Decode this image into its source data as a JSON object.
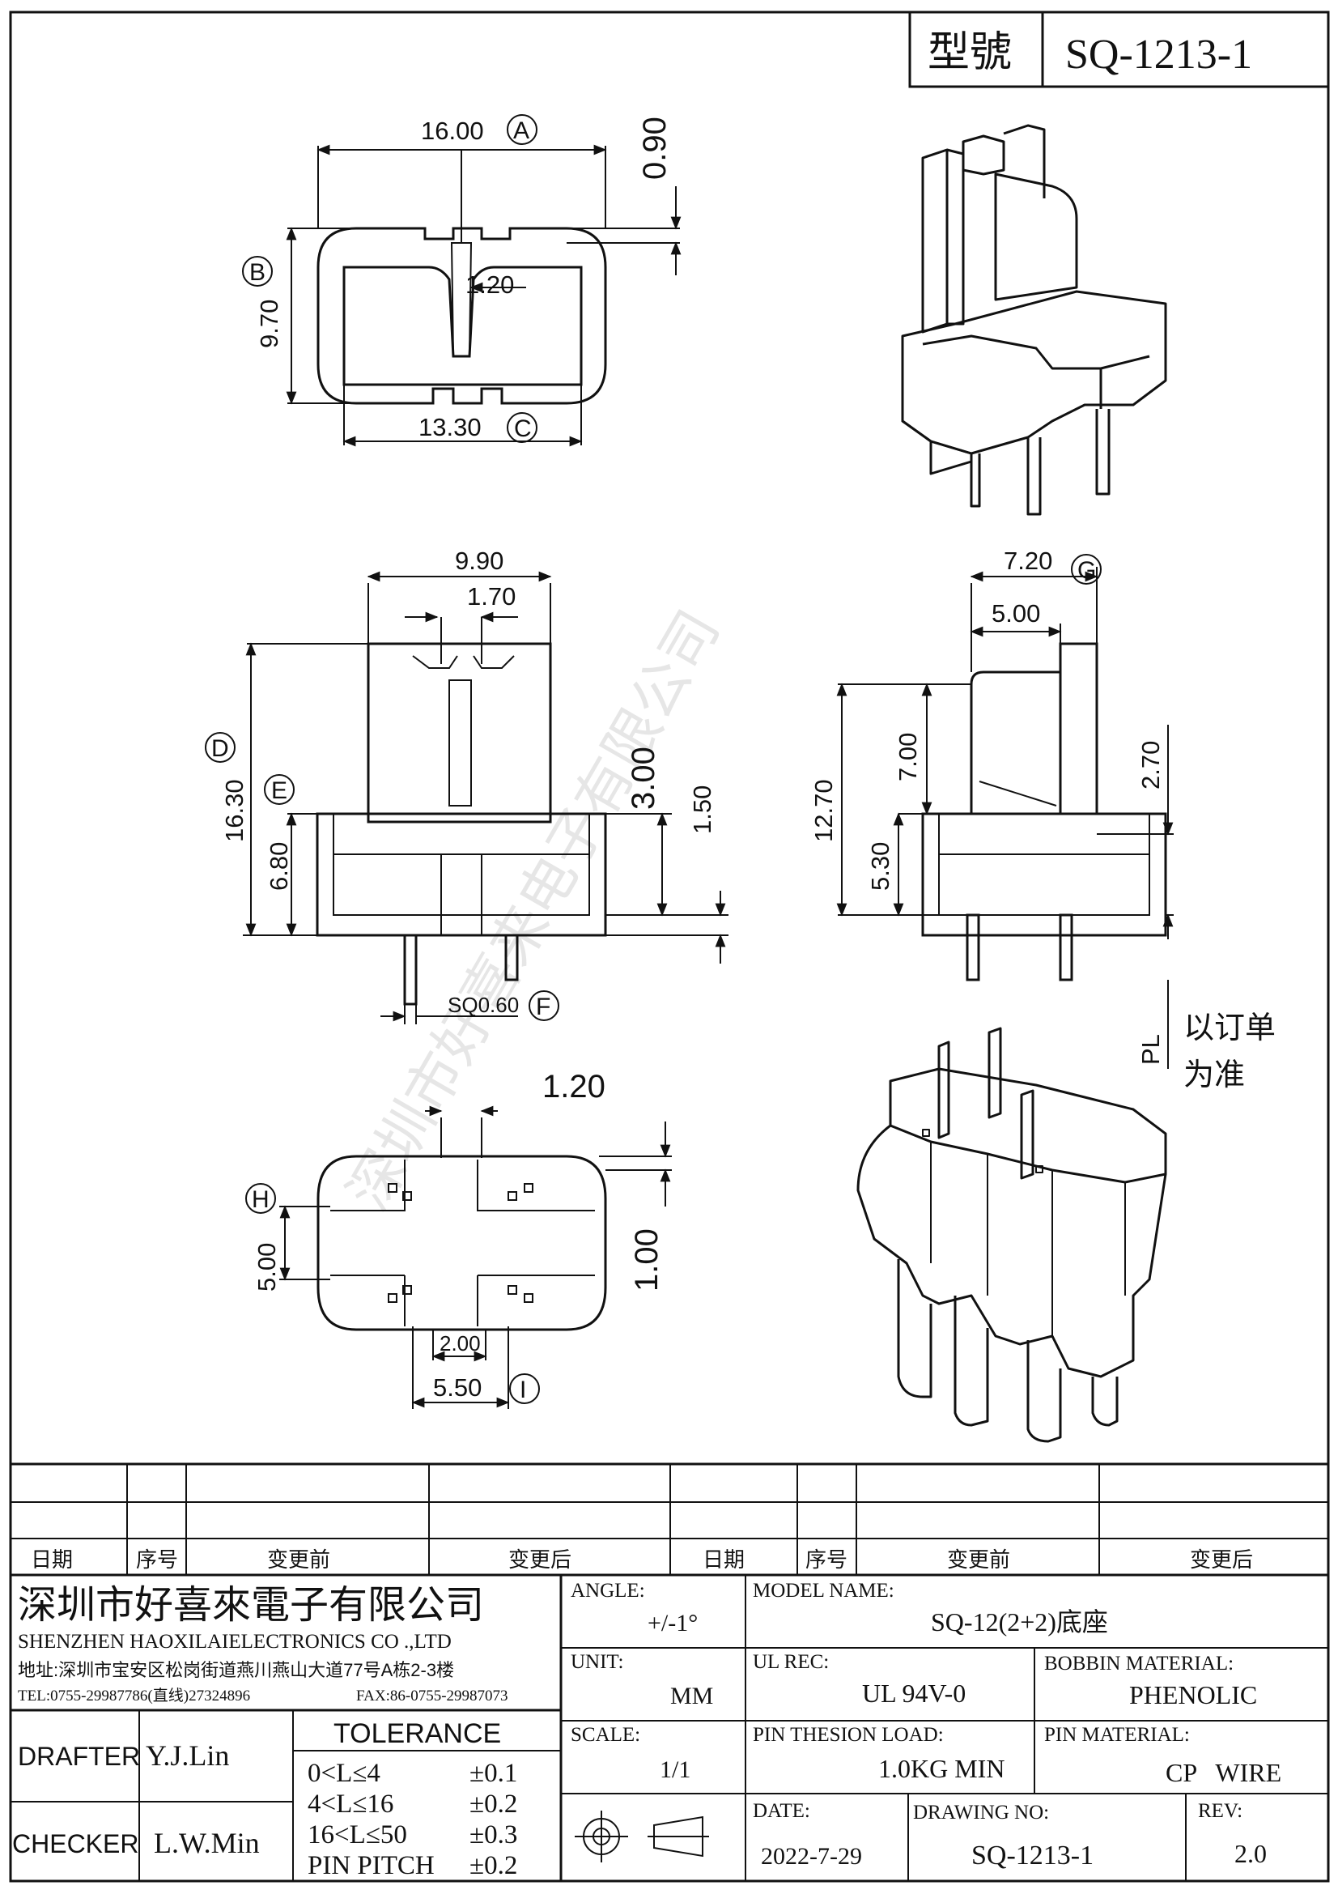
{
  "header": {
    "model_label": "型號",
    "model_value": "SQ-1213-1"
  },
  "top_view": {
    "width_dim": "16.00",
    "width_ref": "A",
    "height_dim": "9.70",
    "height_ref": "B",
    "inner_dim": "13.30",
    "inner_ref": "C",
    "slot_dim": "1.20",
    "top_offset_dim": "0.90"
  },
  "front_view": {
    "width_dim": "9.90",
    "slot_dim": "1.70",
    "total_height_dim": "16.30",
    "total_height_ref": "D",
    "base_height_dim": "6.80",
    "base_height_ref": "E",
    "right_dim": "3.00",
    "step_dim": "1.50",
    "pin_dim": "SQ0.60",
    "pin_ref": "F"
  },
  "side_view": {
    "width_dim": "7.20",
    "width_ref": "G",
    "inner_width_dim": "5.00",
    "height_dim": "12.70",
    "upper_dim": "7.00",
    "lower_dim": "5.30",
    "right_dim": "2.70",
    "pl_label": "PL",
    "pl_note_line1": "以订单",
    "pl_note_line2": "为准"
  },
  "bottom_view": {
    "top_dim": "1.20",
    "height_dim": "5.00",
    "height_ref": "H",
    "right_dim": "1.00",
    "inner_dim": "2.00",
    "pin_span_dim": "5.50",
    "pin_span_ref": "I"
  },
  "watermark": "深圳市好喜来电子有限公司",
  "revision_table": {
    "headers": [
      "日期",
      "序号",
      "变更前",
      "变更后",
      "日期",
      "序号",
      "变更前",
      "变更后"
    ]
  },
  "company": {
    "name_cn": "深圳市好喜來電子有限公司",
    "name_en": "SHENZHEN HAOXILAIELECTRONICS CO .,LTD",
    "address": "地址:深圳市宝安区松岗街道燕川燕山大道77号A栋2-3楼",
    "tel": "TEL:0755-29987786(直线)27324896",
    "fax": "FAX:86-0755-29987073"
  },
  "personnel": {
    "drafter_label": "DRAFTER",
    "drafter_value": "Y.J.Lin",
    "checker_label": "CHECKER",
    "checker_value": "L.W.Min"
  },
  "tolerance": {
    "title": "TOLERANCE",
    "rows": [
      {
        "range": "0<L≤4",
        "value": "±0.1"
      },
      {
        "range": "4<L≤16",
        "value": "±0.2"
      },
      {
        "range": "16<L≤50",
        "value": "±0.3"
      },
      {
        "range": "PIN PITCH",
        "value": "±0.2"
      }
    ]
  },
  "specs": {
    "angle_label": "ANGLE:",
    "angle_value": "+/-1°",
    "unit_label": "UNIT:",
    "unit_value": "MM",
    "scale_label": "SCALE:",
    "scale_value": "1/1",
    "model_name_label": "MODEL NAME:",
    "model_name_value": "SQ-12(2+2)底座",
    "ul_rec_label": "UL REC:",
    "ul_rec_value": "UL 94V-0",
    "bobbin_material_label": "BOBBIN MATERIAL:",
    "bobbin_material_value": "PHENOLIC",
    "pin_load_label": "PIN THESION LOAD:",
    "pin_load_value": "1.0KG MIN",
    "pin_material_label": "PIN MATERIAL:",
    "pin_material_value": "CP   WIRE",
    "date_label": "DATE:",
    "date_value": "2022-7-29",
    "drawing_no_label": "DRAWING NO:",
    "drawing_no_value": "SQ-1213-1",
    "rev_label": "REV:",
    "rev_value": "2.0"
  }
}
